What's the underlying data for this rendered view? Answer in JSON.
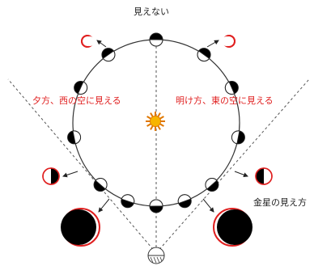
{
  "labels": {
    "top": "見えない",
    "evening": "夕方、西の空に見える",
    "morning": "明け方、東の空に見える",
    "appearance": "金星の見え方"
  },
  "colors": {
    "orbit": "#333333",
    "sight_lines": "#555555",
    "planet_dark": "#000000",
    "planet_light": "#ffffff",
    "phase_rim": "#e02020",
    "label_red": "#e02020",
    "sun_fill": "#f7b500",
    "sun_rays": "#e07800"
  },
  "icons": {
    "sun": "sun-icon",
    "earth": "earth-icon",
    "venus": "venus-phase-icon",
    "appearance": "venus-appearance-icon"
  }
}
